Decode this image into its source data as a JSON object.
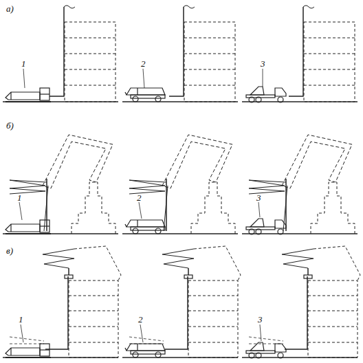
{
  "diagram": {
    "labels": [
      "а)",
      "1",
      "2",
      "3",
      "б)",
      "1",
      "2",
      "3",
      "в)",
      "1",
      "2",
      "3"
    ]
  }
}
